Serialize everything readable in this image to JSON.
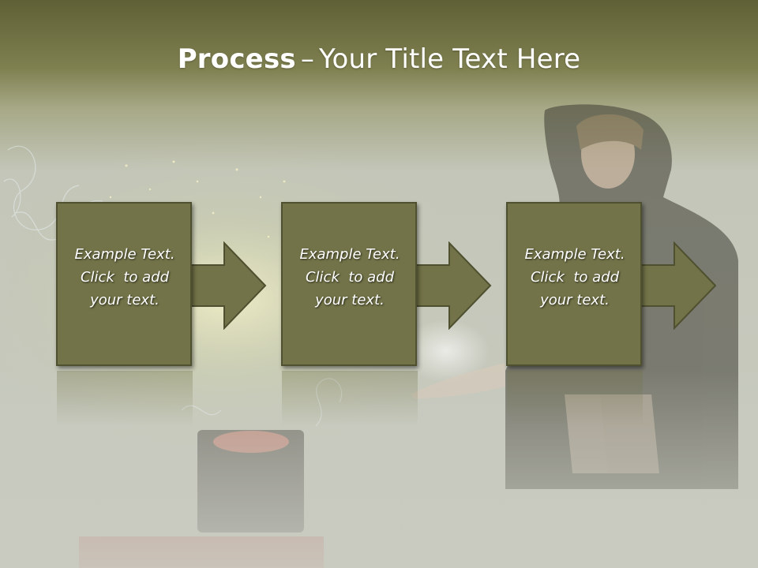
{
  "slide": {
    "title_bold": "Process",
    "title_separator": "–",
    "title_rest": "Your Title Text Here"
  },
  "steps": [
    {
      "line1": "Example Text.",
      "line2": "Click  to add",
      "line3": "your text."
    },
    {
      "line1": "Example Text.",
      "line2": "Click  to add",
      "line3": "your text."
    },
    {
      "line1": "Example Text.",
      "line2": "Click  to add",
      "line3": "your text."
    }
  ],
  "colors": {
    "header_band": "#6e6e3e",
    "box_fill": "#727348",
    "box_border": "#4f5030",
    "text": "#ffffff"
  }
}
